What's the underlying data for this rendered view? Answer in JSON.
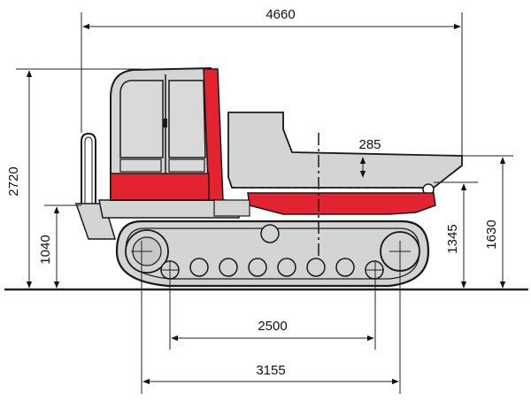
{
  "colors": {
    "body_red": "#e3232f",
    "body_grey": "#d4d4d4",
    "outline": "#1a1a1a",
    "glass": "#dcdcdc",
    "track_fill": "#cfcfcf"
  },
  "dimensions": {
    "overall_length": "4660",
    "overall_height": "2720",
    "handrail_height": "1040",
    "dump_clearance": "285",
    "bed_top_height": "1630",
    "bed_bottom_height": "1345",
    "tumbler_center_distance": "2500",
    "track_length": "3155"
  }
}
